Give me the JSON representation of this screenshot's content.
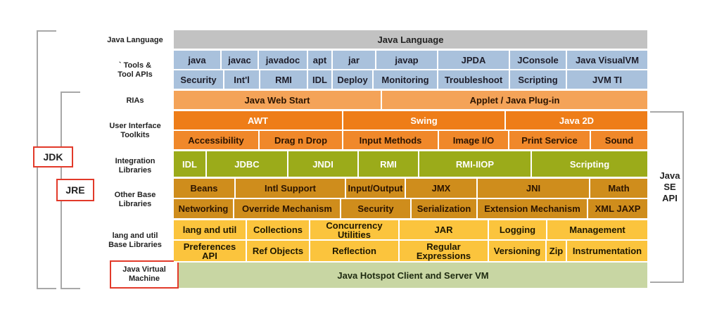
{
  "labels": {
    "jdk": "JDK",
    "jre": "JRE",
    "java_se_api": "Java\nSE\nAPI"
  },
  "rows": {
    "java_language": "Java Language",
    "tools": "` Tools &\nTool APIs",
    "rias": "RIAs",
    "ui_toolkits": "User Interface\nToolkits",
    "integration": "Integration\nLibraries",
    "other_base": "Other Base\nLibraries",
    "lang_util": "lang and util\nBase Libraries",
    "jvm": "Java Virtual\nMachine"
  },
  "cells": {
    "java_language": "Java Language",
    "tools_row1": [
      "java",
      "javac",
      "javadoc",
      "apt",
      "jar",
      "javap",
      "JPDA",
      "JConsole",
      "Java VisualVM"
    ],
    "tools_row2": [
      "Security",
      "Int'l",
      "RMI",
      "IDL",
      "Deploy",
      "Monitoring",
      "Troubleshoot",
      "Scripting",
      "JVM TI"
    ],
    "rias": [
      "Java Web Start",
      "Applet / Java Plug-in"
    ],
    "ui_row1": [
      "AWT",
      "Swing",
      "Java 2D"
    ],
    "ui_row2": [
      "Accessibility",
      "Drag n Drop",
      "Input Methods",
      "Image I/O",
      "Print Service",
      "Sound"
    ],
    "integration": [
      "IDL",
      "JDBC",
      "JNDI",
      "RMI",
      "RMI-IIOP",
      "Scripting"
    ],
    "other_row1": [
      "Beans",
      "Intl Support",
      "Input/Output",
      "JMX",
      "JNI",
      "Math"
    ],
    "other_row2": [
      "Networking",
      "Override Mechanism",
      "Security",
      "Serialization",
      "Extension Mechanism",
      "XML JAXP"
    ],
    "lang_row1": [
      "lang and util",
      "Collections",
      "Concurrency\nUtilities",
      "JAR",
      "Logging",
      "Management"
    ],
    "lang_row2": [
      "Preferences\nAPI",
      "Ref Objects",
      "Reflection",
      "Regular\nExpressions",
      "Versioning",
      "Zip",
      "Instrumentation"
    ],
    "jvm": "Java Hotspot Client and Server VM"
  }
}
